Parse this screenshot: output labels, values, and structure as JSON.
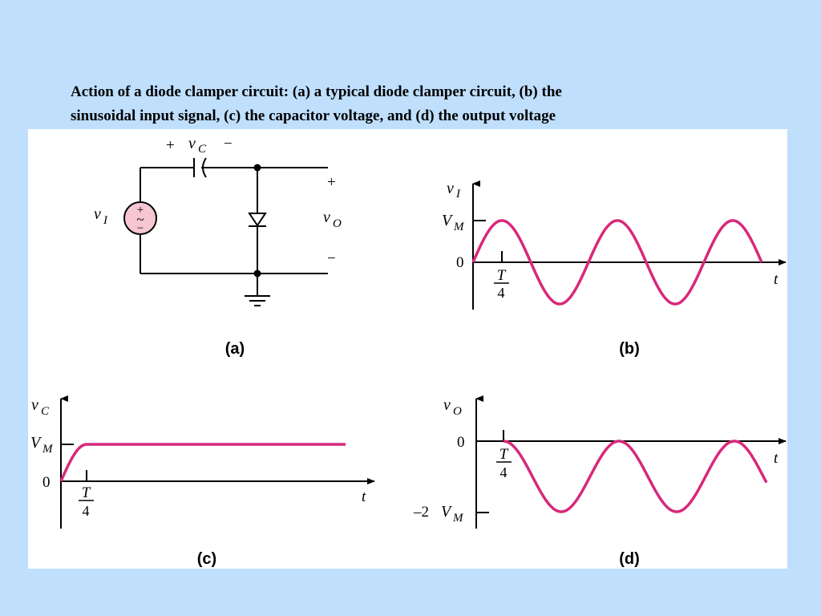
{
  "caption": {
    "line1": "Action of a diode clamper circuit: (a) a typical diode clamper circuit, (b) the",
    "line2": "sinusoidal input signal, (c) the capacitor voltage, and (d) the output voltage"
  },
  "panels": {
    "a": {
      "label": "(a)",
      "vc_plus": "+",
      "vc_var": "v",
      "vc_sub": "C",
      "vc_minus": "−",
      "vi_var": "v",
      "vi_sub": "I",
      "source_plus": "+",
      "source_tilde": "~",
      "source_minus": "−",
      "out_plus": "+",
      "vo_var": "v",
      "vo_sub": "O",
      "out_minus": "−"
    },
    "b": {
      "label": "(b)",
      "ylabel_var": "v",
      "ylabel_sub": "I",
      "vm_var": "V",
      "vm_sub": "M",
      "zero": "0",
      "t_num": "T",
      "t_den": "4",
      "xlabel": "t"
    },
    "c": {
      "label": "(c)",
      "ylabel_var": "v",
      "ylabel_sub": "C",
      "vm_var": "V",
      "vm_sub": "M",
      "zero": "0",
      "t_num": "T",
      "t_den": "4",
      "xlabel": "t"
    },
    "d": {
      "label": "(d)",
      "ylabel_var": "v",
      "ylabel_sub": "O",
      "zero": "0",
      "neg_prefix": "–2",
      "vm_var": "V",
      "vm_sub": "M",
      "t_num": "T",
      "t_den": "4",
      "xlabel": "t"
    }
  },
  "colors": {
    "background": "#bfdffd",
    "signal": "#d8287c",
    "source_fill": "#f7c6d3"
  }
}
